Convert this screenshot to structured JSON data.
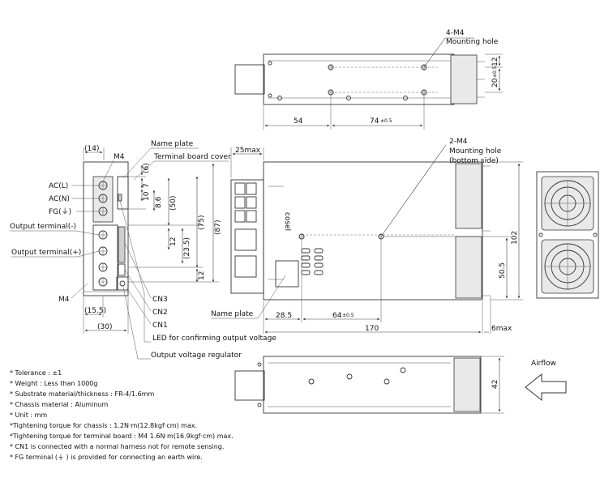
{
  "top_view": {
    "hole_callout": "4-M4",
    "hole_callout_sub": "Mounting hole",
    "dim_54": "54",
    "dim_74": "74",
    "dim_74_tol": "±0.5",
    "dim_12": "12",
    "dim_20": "20",
    "dim_20_tol": "±0.5"
  },
  "left_view": {
    "dim_14": "(14)",
    "m4_top": "M4",
    "name_plate": "Name plate",
    "terminal_board_cover": "Terminal board cover",
    "ac_l": "AC(L)",
    "ac_n": "AC(N)",
    "fg": "FG(⏚)",
    "output_minus": "Output terminal(-)",
    "output_plus": "Output terminal(+)",
    "m4_bottom": "M4",
    "dim_6": "(6)",
    "dim_7": "7",
    "dim_10": "10",
    "dim_8_6": "8.6",
    "dim_50": "(50)",
    "dim_12a": "12",
    "dim_23_5": "(23.5)",
    "dim_75": "(75)",
    "dim_87": "(87)",
    "dim_12b": "12",
    "dim_15_5": "(15.5)",
    "dim_30": "(30)",
    "cn3": "CN3",
    "cn2": "CN2",
    "cn1": "CN1",
    "led_label": "LED for confirming output voltage",
    "regulator_label": "Output voltage regulator"
  },
  "main_view": {
    "dim_25max": "25max",
    "hole_callout": "2-M4",
    "hole_callout_sub1": "Mounting hole",
    "hole_callout_sub2": "(bottom side)",
    "name_plate": "Name plate",
    "dim_28_5": "28.5",
    "dim_64": "64",
    "dim_64_tol": "±0.5",
    "dim_170": "170",
    "dim_6max": "6max",
    "dim_102": "102",
    "dim_50_5": "50.5",
    "brand": "cosel"
  },
  "bottom_view": {
    "airflow": "Airflow",
    "dim_42": "42"
  },
  "notes": [
    "* Tolerance : ±1",
    "* Weight : Less than 1000g",
    "* Substrate material/thickness : FR-4/1.6mm",
    "* Chassis material : Aluminum",
    "* Unit : mm",
    "*Tightening torque for chassis : 1.2N·m(12.8kgf·cm) max.",
    "*Tightening torque for terminal board : M4 1.6N·m(16.9kgf·cm) max.",
    "* CN1 is connected with a normal harness not for remote sensing.",
    "* FG terminal (⏚ ) is provided for connecting an earth wire."
  ]
}
